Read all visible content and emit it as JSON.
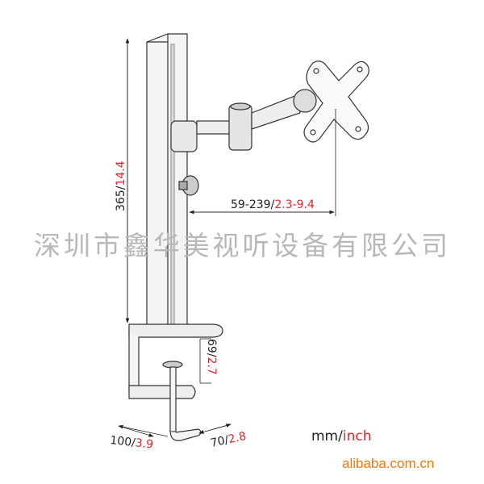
{
  "dimensions": {
    "height": {
      "mm": "365/",
      "inch": "14.4"
    },
    "arm_reach": {
      "mm": "59-239/",
      "inch": "2.3-9.4"
    },
    "clamp_opening": {
      "mm": "69/",
      "inch": "2.7"
    },
    "clamp_depth": {
      "mm": "100/",
      "inch": "3.9"
    },
    "clamp_width": {
      "mm": "70/",
      "inch": "2.8"
    }
  },
  "units": {
    "mm": "mm/",
    "inch": "inch"
  },
  "watermark": "深圳市鑫华美视听设备有限公司",
  "site": "alibaba.com.cn",
  "colors": {
    "imperial": "#e8232b",
    "watermark": "#b8b8b8",
    "site": "#ff7300"
  }
}
